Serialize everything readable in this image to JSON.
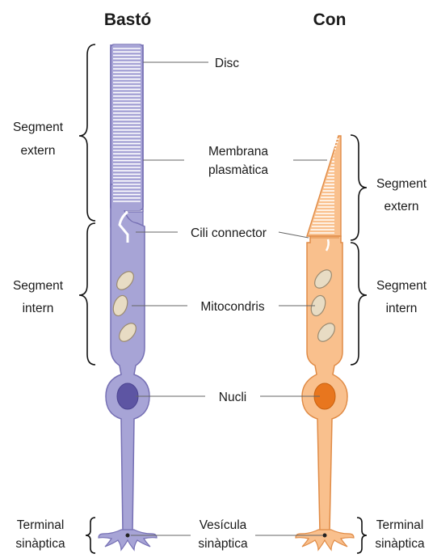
{
  "titles": {
    "rod": "Bastó",
    "cone": "Con"
  },
  "labels": {
    "disc": "Disc",
    "membrane_line1": "Membrana",
    "membrane_line2": "plasmàtica",
    "cilium": "Cili connector",
    "mitochondria": "Mitocondris",
    "nucleus": "Nucli",
    "vesicle_line1": "Vesícula",
    "vesicle_line2": "sinàptica"
  },
  "left_segments": {
    "outer_line1": "Segment",
    "outer_line2": "extern",
    "inner_line1": "Segment",
    "inner_line2": "intern",
    "terminal_line1": "Terminal",
    "terminal_line2": "sinàptica"
  },
  "right_segments": {
    "outer_line1": "Segment",
    "outer_line2": "extern",
    "inner_line1": "Segment",
    "inner_line2": "intern",
    "terminal_line1": "Terminal",
    "terminal_line2": "sinàptica"
  },
  "colors": {
    "rod_fill": "#a7a4d6",
    "rod_stroke": "#7670b4",
    "rod_nucleus": "#5d55a3",
    "cone_fill": "#f9c08d",
    "cone_stroke": "#e08b46",
    "cone_nucleus": "#e8761e",
    "mito_fill": "#e8dcc4",
    "mito_stroke": "#9a8a70"
  }
}
